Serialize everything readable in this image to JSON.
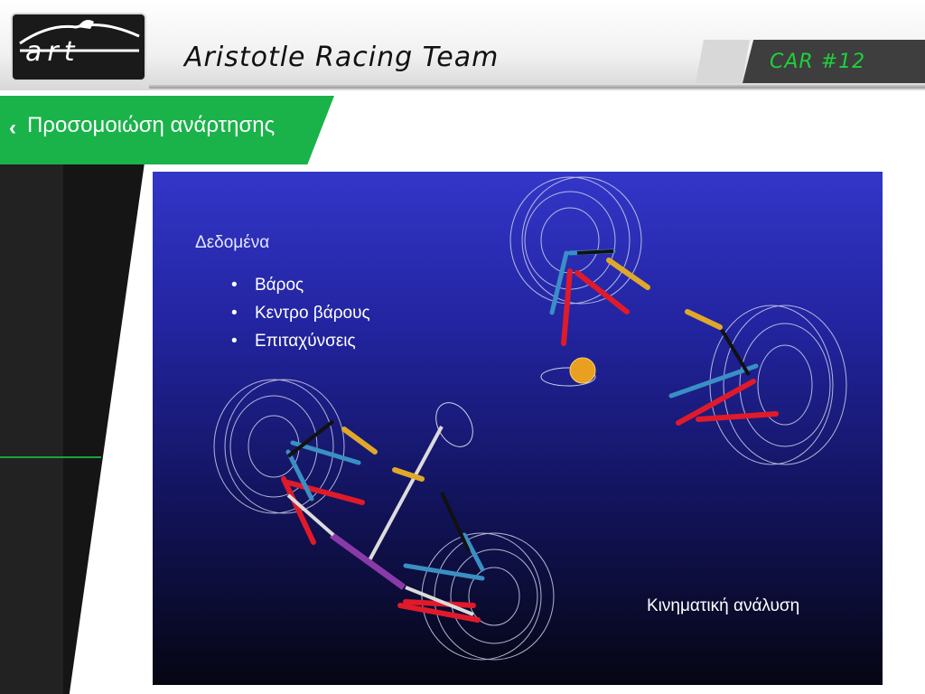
{
  "header": {
    "logo_text": "art",
    "team_name": "Aristotle Racing Team",
    "car_label": "CAR #12"
  },
  "section": {
    "chevron": "‹",
    "title": "Προσομοιώση ανάρτησης"
  },
  "content": {
    "data_title": "Δεδομένα",
    "bullets": [
      "Βάρος",
      "Κεντρο βάρους",
      "Επιταχύνσεις"
    ],
    "caption": "Κινηματική ανάλυση"
  },
  "colors": {
    "accent_green": "#19b34a",
    "car_label_green": "#1ed03c",
    "suspension_red": "#e01a2a",
    "suspension_blue": "#3a8fc4"
  }
}
